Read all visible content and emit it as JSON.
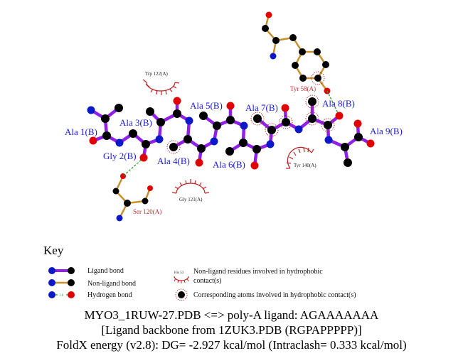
{
  "residues": {
    "ala1": "Ala 1(B)",
    "gly2": "Gly 2(B)",
    "ala3": "Ala 3(B)",
    "ala4": "Ala 4(B)",
    "ala5": "Ala 5(B)",
    "ala6": "Ala 6(B)",
    "ala7": "Ala 7(B)",
    "ala8": "Ala 8(B)",
    "ala9": "Ala 9(B)"
  },
  "protein_residues": {
    "tyr58": "Tyr 58(A)",
    "ser120": "Ser 120(A)"
  },
  "hydrophobic_residues": {
    "trp122": "Trp 122(A)",
    "gly121": "Gly 121(A)",
    "tyr140": "Tyr 140(A)"
  },
  "key": {
    "title": "Key",
    "ligand_bond": "Ligand bond",
    "nonligand_bond": "Non-ligand bond",
    "hydrogen_bond": "Hydrogen bond",
    "hbond_length": "3.0",
    "example_residue": "His 53",
    "nonligand_hydrophobic_line1": "Non-ligand residues involved in hydrophobic",
    "nonligand_hydrophobic_line2": "contact(s)",
    "corresponding_atoms": "Corresponding atoms involved in hydrophobic contact(s)"
  },
  "caption": {
    "line1": "MYO3_1RUW-27.PDB <=> poly-A ligand: AGAAAAAAA",
    "line2": "[Ligand backbone from 1ZUK3.PDB (RGPAPPPPP)]",
    "line3": "FoldX energy (v2.8): DG= -2.927 kcal/mol (Intraclash= 0.333 kcal/mol)"
  },
  "colors": {
    "ligand_bond": "#9020e8",
    "nonligand_bond": "#c8902a",
    "hbond": "#2a9a2a",
    "carbon": "#000000",
    "nitrogen": "#0a18c8",
    "oxygen": "#e00000",
    "hydrophobic": "#c02020"
  }
}
